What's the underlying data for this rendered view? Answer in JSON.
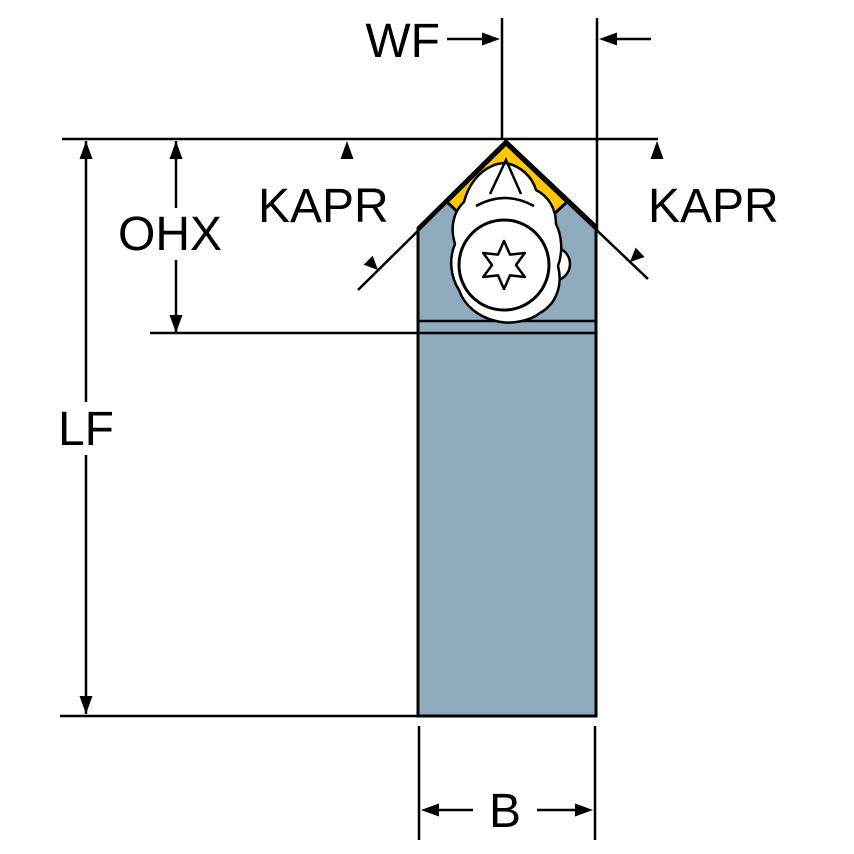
{
  "title": "Tool holder dimensional diagram",
  "labels": {
    "wf": "WF",
    "kapr_left": "KAPR",
    "kapr_right": "KAPR",
    "ohx": "OHX",
    "lf": "LF",
    "b": "B"
  },
  "colors": {
    "body": "#90ABBE",
    "insert": "#FFC800",
    "line": "#000000",
    "background": "#FFFFFF"
  }
}
